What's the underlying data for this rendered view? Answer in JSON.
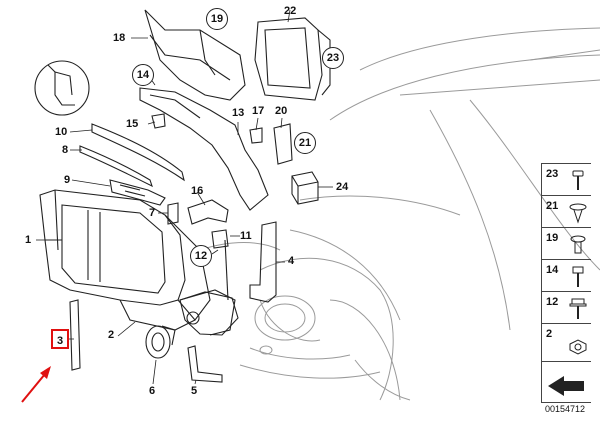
{
  "labels": {
    "p1": "1",
    "p2": "2",
    "p3": "3",
    "p4": "4",
    "p5": "5",
    "p6": "6",
    "p7": "7",
    "p8": "8",
    "p9": "9",
    "p10": "10",
    "p11": "11",
    "p12": "12",
    "p13": "13",
    "p14": "14",
    "p15": "15",
    "p16": "16",
    "p17": "17",
    "p18": "18",
    "p19": "19",
    "p20": "20",
    "p21": "21",
    "p22": "22",
    "p23": "23",
    "p24": "24"
  },
  "legend": [
    "23",
    "21",
    "19",
    "14",
    "12",
    "2"
  ],
  "catalog_number": "00154712",
  "colors": {
    "highlight": "#e01010",
    "line": "#222222",
    "car_outline": "#9a9a9a"
  }
}
